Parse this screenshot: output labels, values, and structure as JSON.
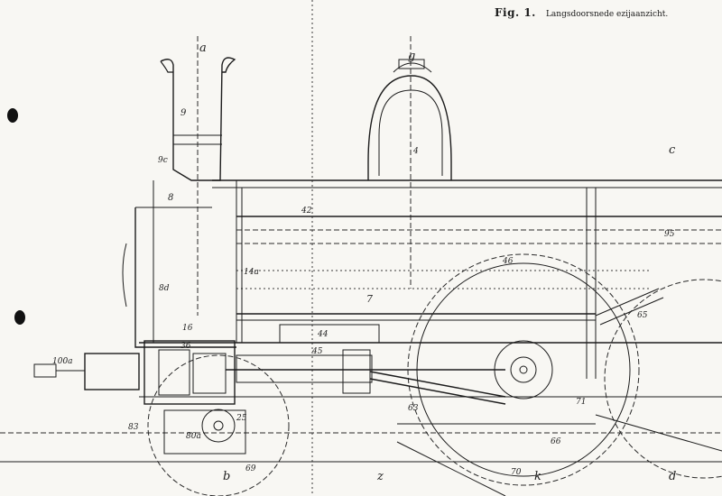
{
  "figure": {
    "number": "Fig. 1.",
    "caption": "Langsdoorsnede ezijaanzicht."
  },
  "section_marks": [
    "a",
    "g",
    "c",
    "b",
    "z",
    "k",
    "d"
  ],
  "part_labels": [
    "9",
    "9c",
    "8",
    "8d",
    "16",
    "14a",
    "7",
    "4",
    "42",
    "46",
    "95",
    "25",
    "100a",
    "80a",
    "69",
    "70",
    "66",
    "71",
    "44",
    "45",
    "65",
    "83",
    "36",
    "63"
  ]
}
